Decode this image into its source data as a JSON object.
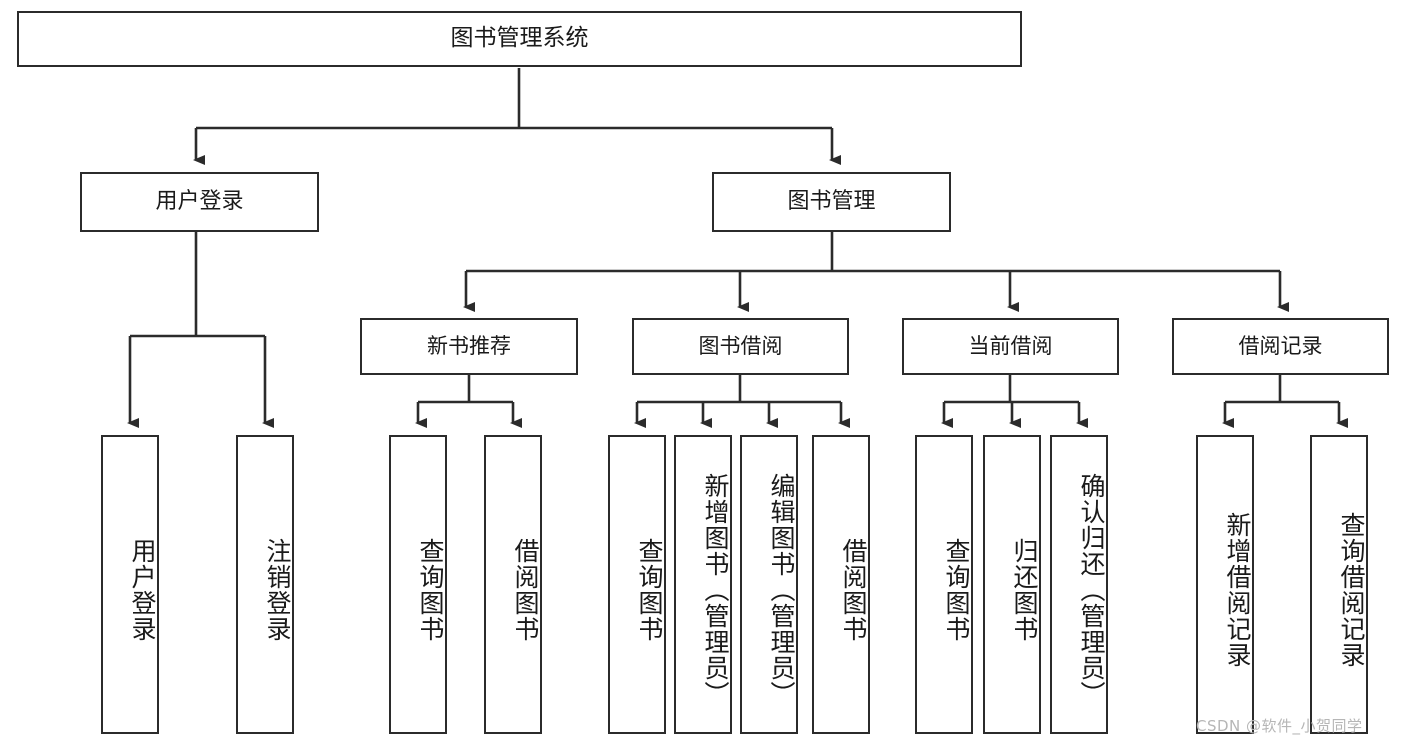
{
  "diagram": {
    "title": "图书管理系统",
    "type": "tree",
    "watermark": "CSDN @软件_小贺同学",
    "colors": {
      "box_border": "#2b2b2b",
      "box_fill": "#ffffff",
      "line": "#2b2b2b",
      "text": "#1a1a1a",
      "watermark": "#b6b6b6"
    },
    "nodes": {
      "root": {
        "label": "图书管理系统"
      },
      "level2": [
        {
          "label": "用户登录"
        },
        {
          "label": "图书管理"
        }
      ],
      "level3": [
        {
          "label": "新书推荐"
        },
        {
          "label": "图书借阅"
        },
        {
          "label": "当前借阅"
        },
        {
          "label": "借阅记录"
        }
      ],
      "leaves_user_login": [
        {
          "label": "用户登录"
        },
        {
          "label": "注销登录"
        }
      ],
      "leaves_new_book": [
        {
          "label": "查询图书"
        },
        {
          "label": "借阅图书"
        }
      ],
      "leaves_borrow": [
        {
          "label": "查询图书"
        },
        {
          "label": "新增图书（管理员）"
        },
        {
          "label": "编辑图书（管理员）"
        },
        {
          "label": "借阅图书"
        }
      ],
      "leaves_current": [
        {
          "label": "查询图书"
        },
        {
          "label": "归还图书"
        },
        {
          "label": "确认归还（管理员）"
        }
      ],
      "leaves_records": [
        {
          "label": "新增借阅记录"
        },
        {
          "label": "查询借阅记录"
        }
      ]
    }
  }
}
